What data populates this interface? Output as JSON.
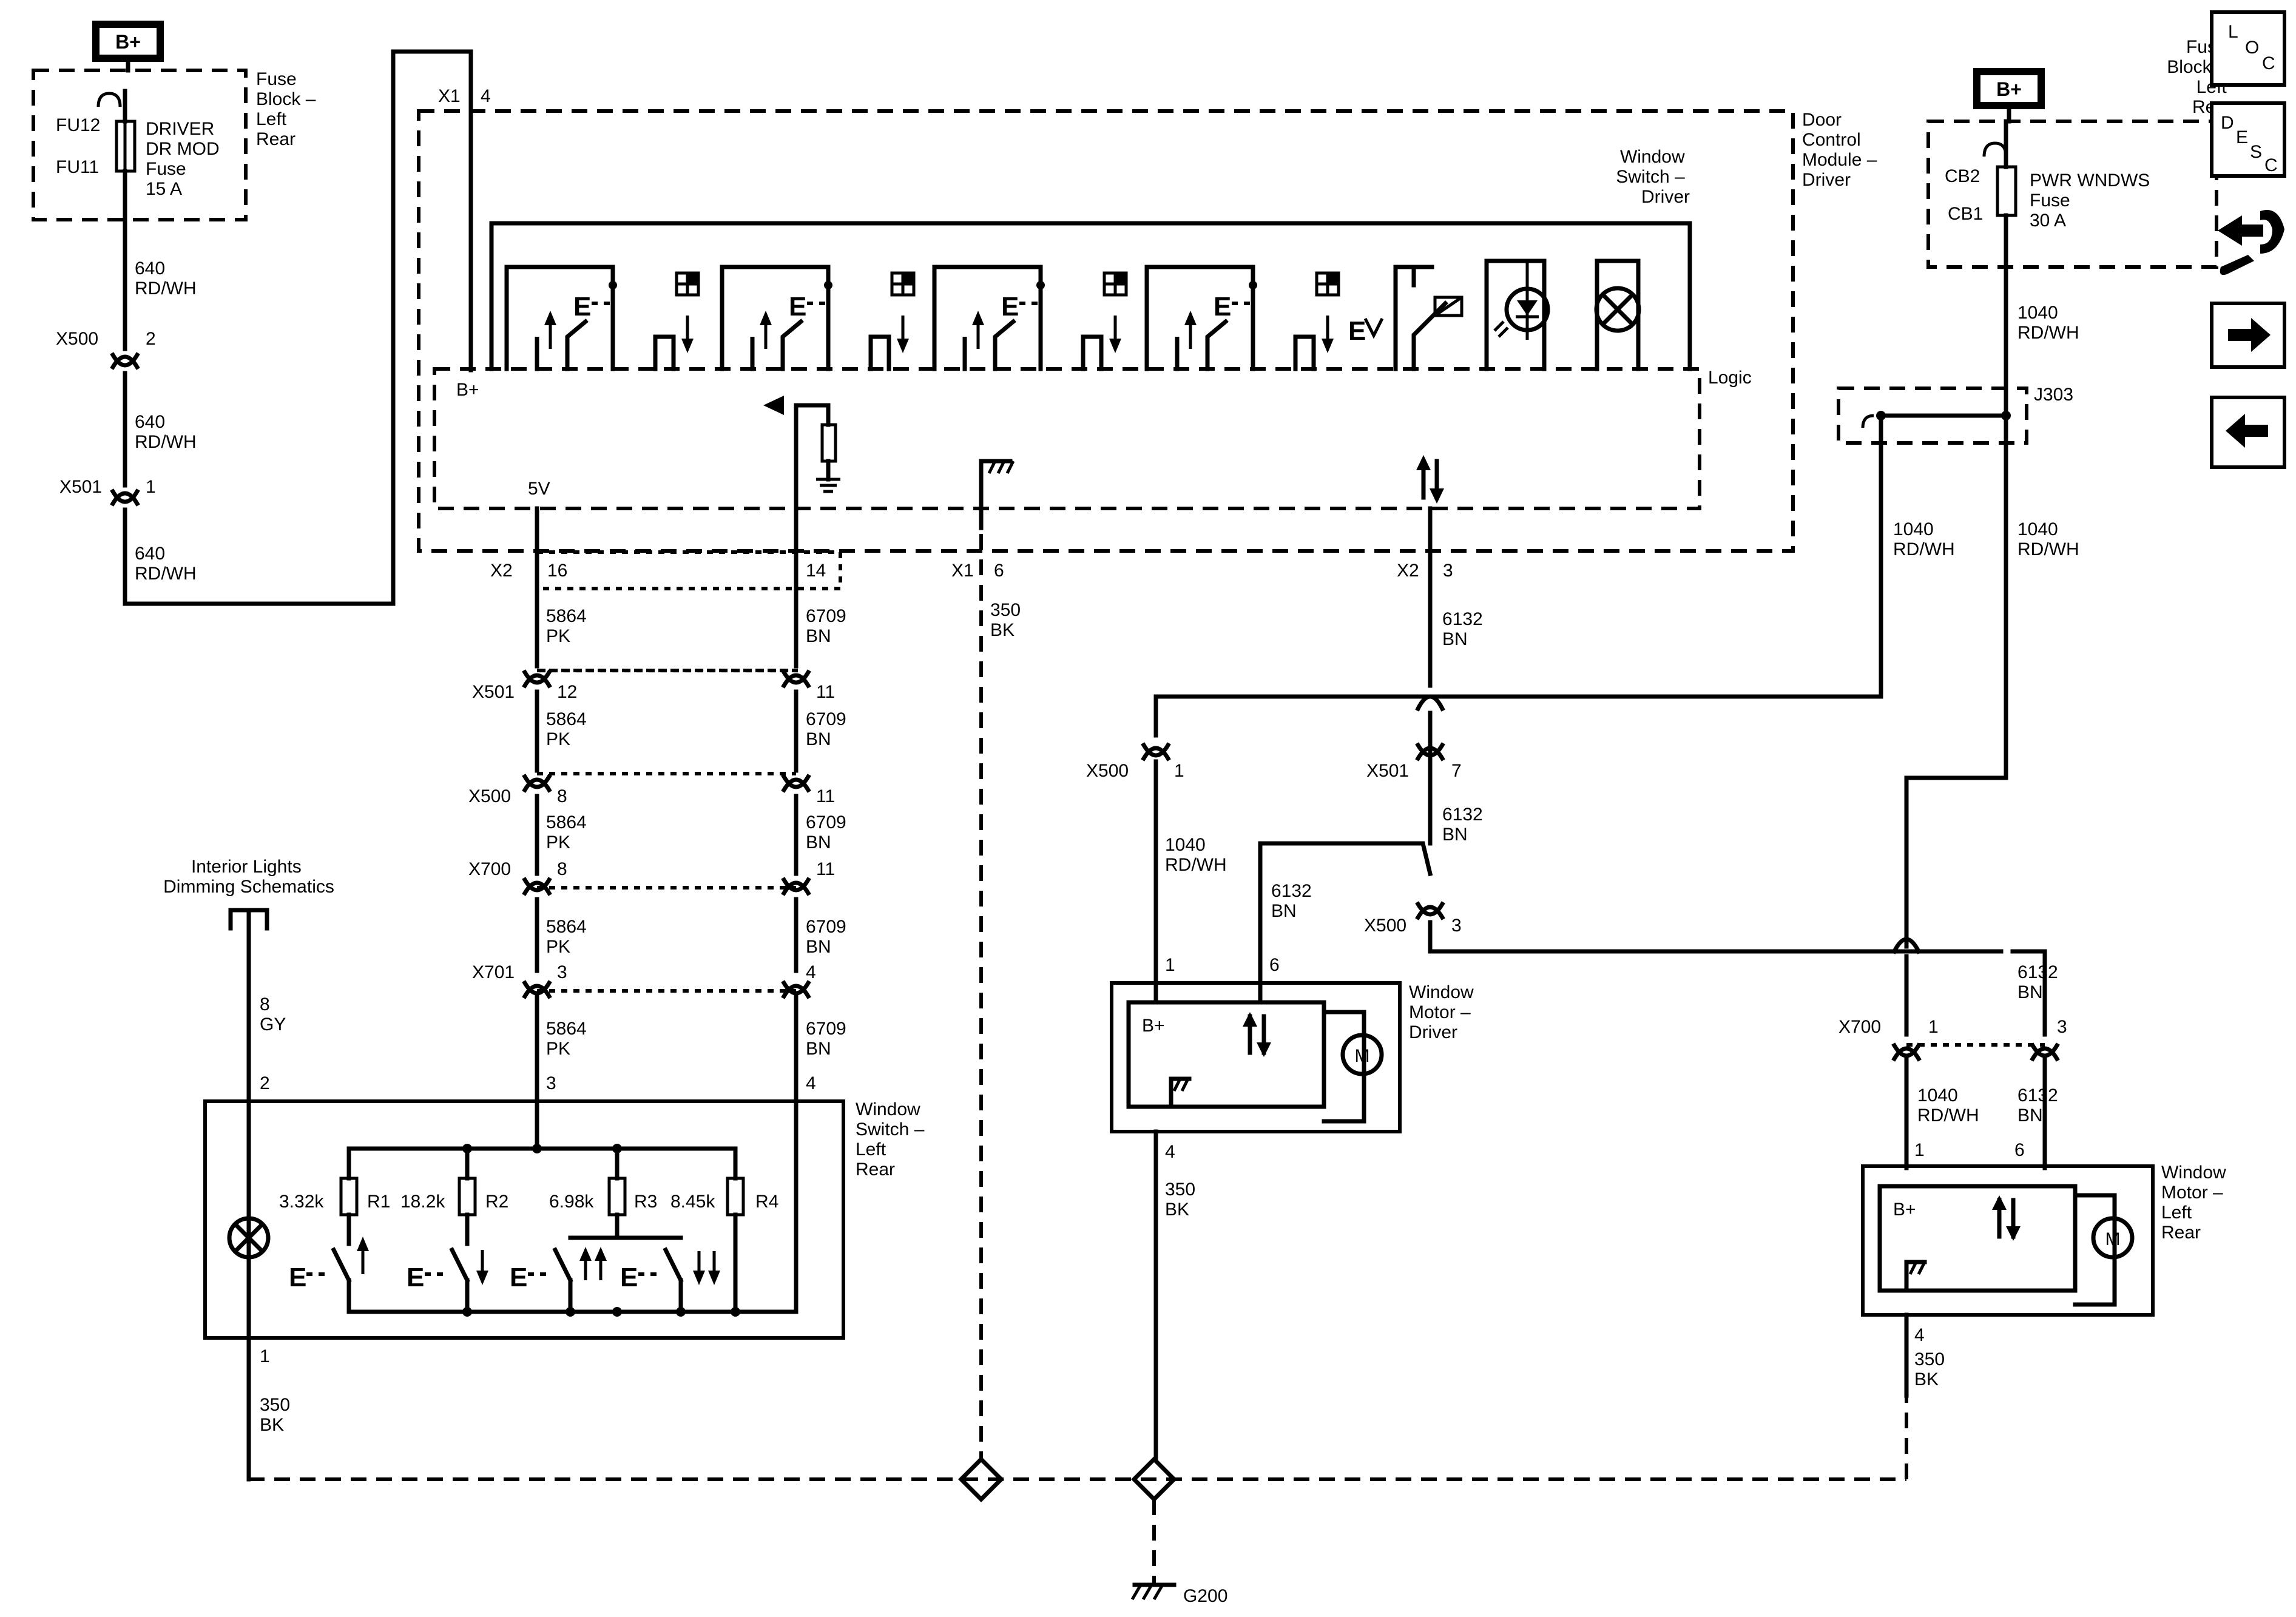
{
  "connectors": {
    "x1_4": "X1",
    "x1_4_pin": "4",
    "x500_2": "X500",
    "x500_2_pin": "2",
    "x501_1": "X501",
    "x501_1_pin": "1",
    "x2_16": "X2",
    "x2_16_pin": "16",
    "x2_14_pin": "14",
    "x1_6": "X1",
    "x1_6_pin": "6",
    "x2_3": "X2",
    "x2_3_pin": "3",
    "x501_12": "X501",
    "x501_12_pin": "12",
    "x501_11_pin": "11",
    "x500_8": "X500",
    "x500_8_pin": "8",
    "x500_11_pin": "11",
    "x700_8": "X700",
    "x700_8_pin": "8",
    "x700_11_pin": "11",
    "x701_3": "X701",
    "x701_3_pin": "3",
    "x701_4_pin": "4",
    "x500_1": "X500",
    "x500_1_pin": "1",
    "x501_7": "X501",
    "x501_7_pin": "7",
    "x500_3": "X500",
    "x500_3_pin": "3",
    "x700_1": "X700",
    "x700_1_pin": "1",
    "x700_3_pin": "3",
    "j303": "J303",
    "g200": "G200"
  },
  "wires": {
    "w640_a_num": "640",
    "w640_a_col": "RD/WH",
    "w640_b_num": "640",
    "w640_b_col": "RD/WH",
    "w640_c_num": "640",
    "w640_c_col": "RD/WH",
    "w5864_a_num": "5864",
    "w5864_a_col": "PK",
    "w5864_b_num": "5864",
    "w5864_b_col": "PK",
    "w5864_c_num": "5864",
    "w5864_c_col": "PK",
    "w5864_d_num": "5864",
    "w5864_d_col": "PK",
    "w5864_e_num": "5864",
    "w5864_e_col": "PK",
    "w6709_a_num": "6709",
    "w6709_a_col": "BN",
    "w6709_b_num": "6709",
    "w6709_b_col": "BN",
    "w6709_c_num": "6709",
    "w6709_c_col": "BN",
    "w6709_d_num": "6709",
    "w6709_d_col": "BN",
    "w6709_e_num": "6709",
    "w6709_e_col": "BN",
    "w350_a_num": "350",
    "w350_a_col": "BK",
    "w350_b_num": "350",
    "w350_b_col": "BK",
    "w350_c_num": "350",
    "w350_c_col": "BK",
    "w350_d_num": "350",
    "w350_d_col": "BK",
    "w6132_a_num": "6132",
    "w6132_a_col": "BN",
    "w6132_b_num": "6132",
    "w6132_b_col": "BN",
    "w6132_c_num": "6132",
    "w6132_c_col": "BN",
    "w6132_d_num": "6132",
    "w6132_d_col": "BN",
    "w6132_e_num": "6132",
    "w6132_e_col": "BN",
    "w1040_a_num": "1040",
    "w1040_a_col": "RD/WH",
    "w1040_b_num": "1040",
    "w1040_b_col": "RD/WH",
    "w1040_c_num": "1040",
    "w1040_c_col": "RD/WH",
    "w1040_d_num": "1040",
    "w1040_d_col": "RD/WH",
    "w1040_e_num": "1040",
    "w1040_e_col": "RD/WH",
    "w8_num": "8",
    "w8_col": "GY"
  },
  "components": {
    "bplus_left": "B+",
    "bplus_right": "B+",
    "fuse_block_lr": [
      "Fuse",
      "Block –",
      "Left",
      "Rear"
    ],
    "fuse_block_lr2": [
      "Fuse",
      "Block –",
      "Left",
      "Rear"
    ],
    "fu12": "FU12",
    "fu11": "FU11",
    "driver_fuse": [
      "DRIVER",
      "DR MOD",
      "Fuse",
      "15 A"
    ],
    "cb2": "CB2",
    "cb1": "CB1",
    "pwr_fuse": [
      "PWR WNDWS",
      "Fuse",
      "30 A"
    ],
    "dcm": [
      "Door",
      "Control",
      "Module –",
      "Driver"
    ],
    "window_switch_driver": [
      "Window",
      "Switch –",
      "Driver"
    ],
    "logic": "Logic",
    "bplus_logic": "B+",
    "fivev": "5V",
    "interior_lights": [
      "Interior Lights",
      "Dimming Schematics"
    ],
    "wslr": [
      "Window",
      "Switch –",
      "Left",
      "Rear"
    ],
    "wslr_pin_2": "2",
    "wslr_pin_3": "3",
    "wslr_pin_4": "4",
    "wslr_pin_1": "1",
    "r1_val": "3.32k",
    "r1": "R1",
    "r2_val": "18.2k",
    "r2": "R2",
    "r3_val": "6.98k",
    "r3": "R3",
    "r4_val": "8.45k",
    "r4": "R4",
    "wmd": [
      "Window",
      "Motor –",
      "Driver"
    ],
    "wmd_pin_1": "1",
    "wmd_pin_6": "6",
    "wmd_pin_4": "4",
    "wmd_bplus": "B+",
    "wmd_m": "M",
    "wmlr": [
      "Window",
      "Motor –",
      "Left",
      "Rear"
    ],
    "wmlr_pin_1": "1",
    "wmlr_pin_6": "6",
    "wmlr_pin_4": "4",
    "wmlr_bplus": "B+",
    "wmlr_m": "M"
  },
  "nav": {
    "loc": [
      "L",
      "O",
      "C"
    ],
    "desc": [
      "D",
      "E",
      "S",
      "C"
    ]
  }
}
